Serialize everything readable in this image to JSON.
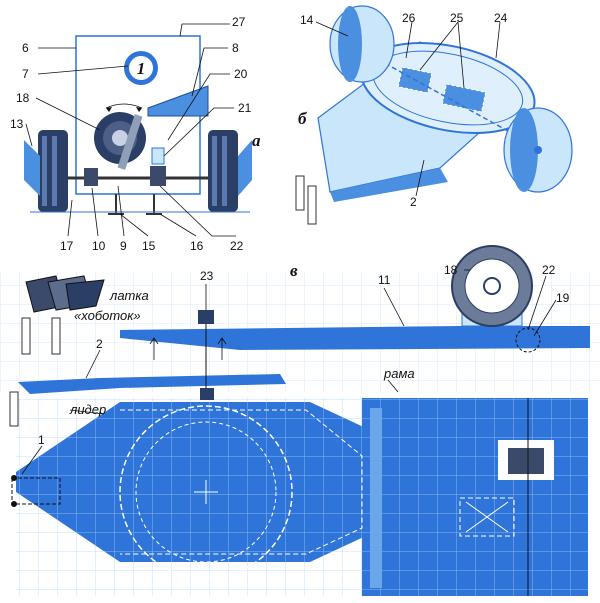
{
  "palette": {
    "blueprint": "#2f74d8",
    "blueprint_grid": "#a9d2ff",
    "blue_part": "#4a8fe0",
    "light_blue": "#c9e6fb",
    "wheel_dark": "#2b3f66",
    "ink": "#111111"
  },
  "panels": {
    "a": {
      "letter": "а",
      "badge": "1"
    },
    "b": {
      "letter": "б"
    },
    "v": {
      "letter": "в"
    }
  },
  "labels": {
    "patch": "латка",
    "proboscis": "«хоботок»",
    "leader": "лидер",
    "frame": "рама"
  },
  "numbers": {
    "a": [
      "27",
      "6",
      "8",
      "7",
      "20",
      "18",
      "21",
      "13",
      "17",
      "10",
      "9",
      "15",
      "16",
      "22"
    ],
    "b": [
      "14",
      "26",
      "25",
      "24",
      "2"
    ],
    "v": [
      "23",
      "11",
      "18",
      "22",
      "19",
      "2",
      "1"
    ]
  }
}
